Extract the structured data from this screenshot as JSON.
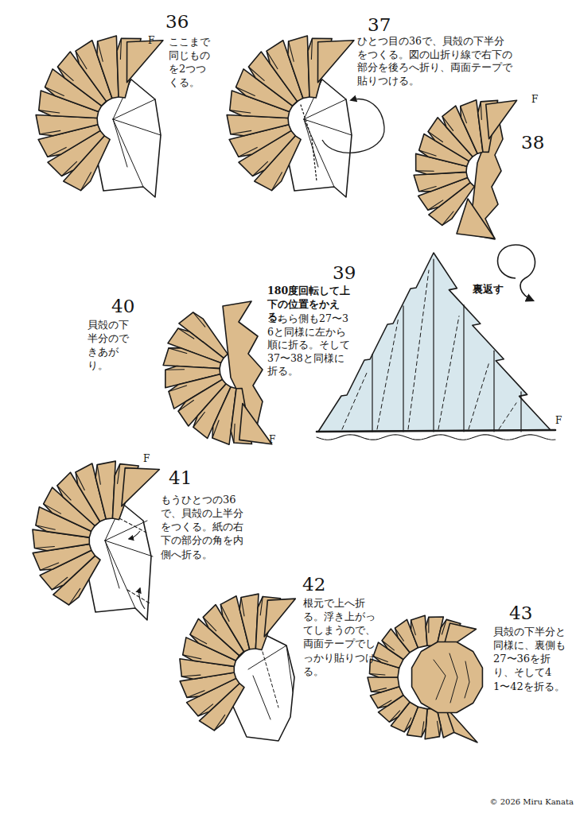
{
  "diagram": {
    "labels": [
      "36",
      "ここまで同じものを2つつくる。",
      "F",
      "37",
      "ひとつ目の36で、貝殻の下半分をつくる。図の山折り線で右下の部分を後ろへ折り、両面テープで貼りつける。",
      "F",
      "38",
      "39",
      "180度回転して上下の位置をかえる。",
      "こちら側も27〜36と同様に左から順に折る。そして37〜38と同様に折る。",
      "裏返す",
      "F",
      "40",
      "貝殻の下半分のできあがり。",
      "F",
      "F",
      "41",
      "もうひとつの36で、貝殻の上半分をつくる。紙の右下の部分の角を内側へ折る。",
      "42",
      "根元で上へ折る。浮き上がってしまうので、両面テープでしっかり貼りつける。",
      "43",
      "貝殻の下半分と同様に、裏側も27〜36を折り、そして41〜42を折る。",
      "© 2026 Miru Kanata"
    ]
  }
}
